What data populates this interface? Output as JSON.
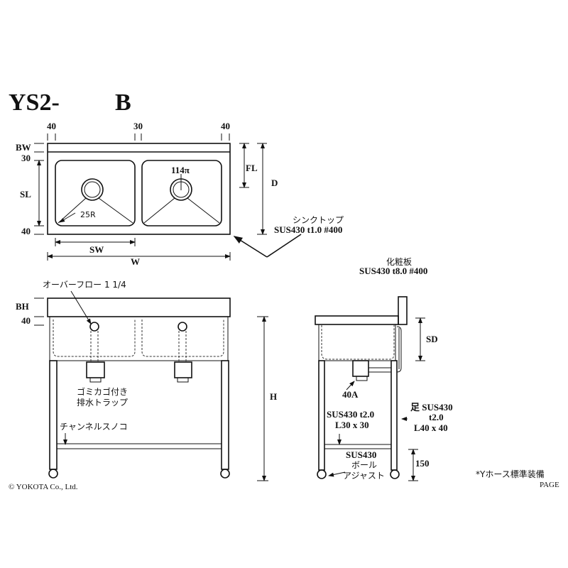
{
  "title": {
    "model": "YS2-",
    "suffix": "B"
  },
  "top_view": {
    "dim_left": "40",
    "dim_mid": "30",
    "dim_right": "40",
    "bw": "BW",
    "dim_30": "30",
    "sl": "SL",
    "dim_40": "40",
    "sw": "SW",
    "w": "W",
    "fl": "FL",
    "d": "D",
    "drain": "114π",
    "radius": "25R"
  },
  "sink_top": {
    "name": "シンクトップ",
    "spec": "SUS430 t1.0 #400"
  },
  "front_panel": {
    "name": "化粧板",
    "spec": "SUS430 t8.0 #400"
  },
  "front_view": {
    "overflow": "オーバーフロー 1 1/4",
    "bh": "BH",
    "dim_40": "40",
    "trap_1": "ゴミカゴ付き",
    "trap_2": "排水トラップ",
    "channel": "チャンネルスノコ",
    "h": "H"
  },
  "side_view": {
    "sd": "SD",
    "drain": "40A",
    "brace_1": "SUS430 t2.0",
    "brace_2": "L30 x 30",
    "leg_1": "足 SUS430",
    "leg_2": "t2.0",
    "leg_3": "L40 x 40",
    "adj_1": "SUS430",
    "adj_2": "ボール",
    "adj_3": "アジャスト",
    "dim_150": "150"
  },
  "footer": {
    "copyright": "© YOKOTA Co., Ltd.",
    "note": "*Yホース標準装備",
    "page": "PAGE"
  }
}
